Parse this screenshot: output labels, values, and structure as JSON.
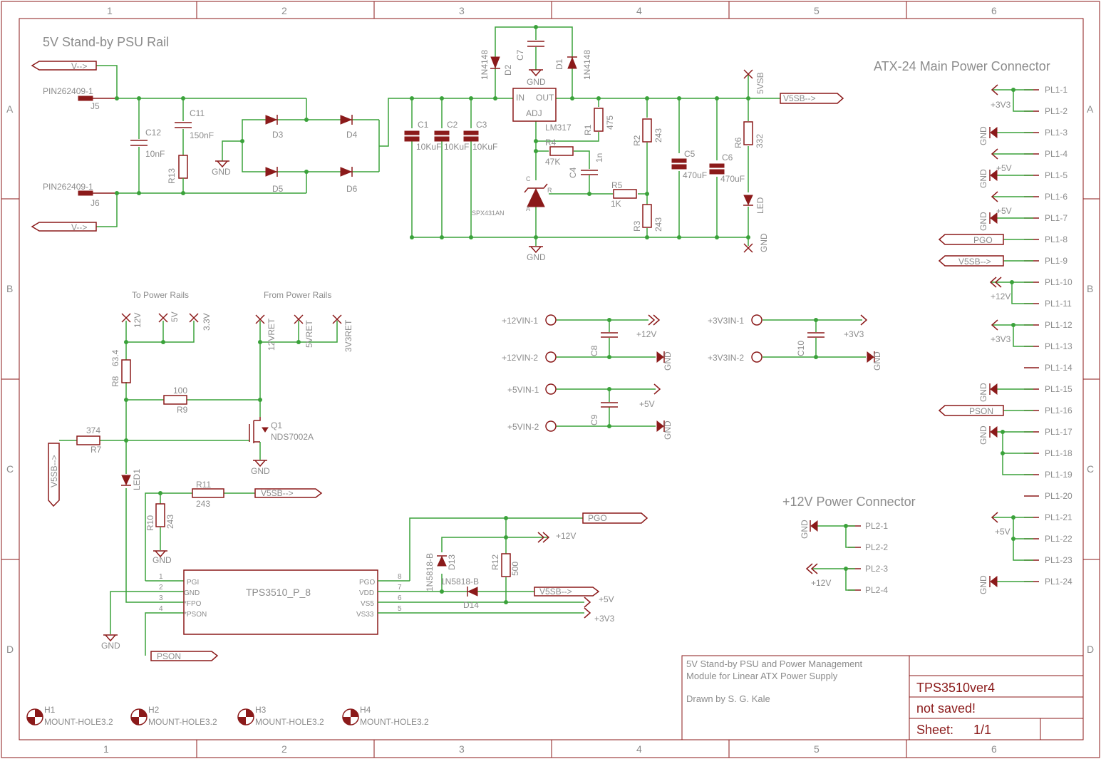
{
  "sheet_title": "5V Stand-by PSU Rail",
  "frame": {
    "columns": [
      "1",
      "2",
      "3",
      "4",
      "5",
      "6"
    ],
    "rows": [
      "A",
      "B",
      "C",
      "D"
    ]
  },
  "connector_titles": {
    "atx": "ATX-24 Main Power Connector",
    "p12": "+12V Power Connector"
  },
  "supply_labels": {
    "to_rails": "To Power Rails",
    "from_rails": "From Power Rails"
  },
  "nets": {
    "vin": "V-->",
    "v5sb": "V5SB-->",
    "pgo": "PGO",
    "pson": "PSON",
    "gnd": "GND",
    "p12v": "+12V",
    "p5v": "+5V",
    "p3v3": "+3V3",
    "v5sb_vert": "V5SB-->"
  },
  "components": {
    "J5": {
      "name": "J5",
      "value": "PIN262409-1"
    },
    "J6": {
      "name": "J6",
      "value": "PIN262409-1"
    },
    "C11": {
      "name": "C11",
      "value": "150nF"
    },
    "C12": {
      "name": "C12",
      "value": "10nF"
    },
    "R13": {
      "name": "R13"
    },
    "D3": "D3",
    "D4": "D4",
    "D5": "D5",
    "D6": "D6",
    "C1": {
      "name": "C1",
      "value": "10KuF"
    },
    "C2": {
      "name": "C2",
      "value": "10KuF"
    },
    "C3": {
      "name": "C3",
      "value": "10KuF"
    },
    "D2": {
      "name": "D2",
      "value": "1N4148"
    },
    "D1": {
      "name": "D1",
      "value": "1N4148"
    },
    "C7": "C7",
    "U_REG": {
      "name": "LM317",
      "in": "IN",
      "out": "OUT",
      "adj": "ADJ"
    },
    "R1": {
      "name": "R1",
      "value": "475"
    },
    "R4": {
      "name": "R4",
      "value": "47K"
    },
    "C4": {
      "name": "C4",
      "value": "1n"
    },
    "R5": {
      "name": "R5",
      "value": "1K"
    },
    "SPX": {
      "name": "SPX431AN",
      "c": "C",
      "a": "A",
      "r": "R"
    },
    "R2": {
      "name": "R2",
      "value": "243"
    },
    "R3": {
      "name": "R3",
      "value": "243"
    },
    "C5": {
      "name": "C5",
      "value": "470uF"
    },
    "C6": {
      "name": "C6",
      "value": "470uF"
    },
    "R6": {
      "name": "R6",
      "value": "332"
    },
    "LED": "LED",
    "X5VSB": "5VSB",
    "R8": {
      "name": "R8",
      "value": "63.4"
    },
    "R9": {
      "name": "R9",
      "value": "100"
    },
    "R7": {
      "name": "R7",
      "value": "374"
    },
    "Q1": {
      "name": "Q1",
      "value": "NDS7002A"
    },
    "LED1": "LED1",
    "R11": {
      "name": "R11",
      "value": "243"
    },
    "R10": {
      "name": "R10",
      "value": "243"
    },
    "X12V": "12V",
    "X5V": "5V",
    "X3V3": "3.3V",
    "X12VRET": "12VRET",
    "X5VRET": "5VRET",
    "X3V3RET": "3V3RET",
    "U1": {
      "name": "TPS3510_P_8",
      "pins_l": [
        "PGI",
        "GND",
        "*FPO",
        "*PSON"
      ],
      "nums_l": [
        "1",
        "2",
        "3",
        "4"
      ],
      "pins_r": [
        "PGO",
        "VDD",
        "VS5",
        "VS33"
      ],
      "nums_r": [
        "8",
        "7",
        "6",
        "5"
      ]
    },
    "D13": {
      "name": "D13",
      "value": "1N5818-B"
    },
    "D14": {
      "name": "D14",
      "value": "1N5818-B"
    },
    "R12": {
      "name": "R12",
      "value": "500"
    },
    "C8": "C8",
    "C9": "C9",
    "C10": "C10",
    "p12vin1": "+12VIN-1",
    "p12vin2": "+12VIN-2",
    "p5vin1": "+5VIN-1",
    "p5vin2": "+5VIN-2",
    "p3v3in1": "+3V3IN-1",
    "p3v3in2": "+3V3IN-2"
  },
  "pl1": [
    "PL1-1",
    "PL1-2",
    "PL1-3",
    "PL1-4",
    "PL1-5",
    "PL1-6",
    "PL1-7",
    "PL1-8",
    "PL1-9",
    "PL1-10",
    "PL1-11",
    "PL1-12",
    "PL1-13",
    "PL1-14",
    "PL1-15",
    "PL1-16",
    "PL1-17",
    "PL1-18",
    "PL1-19",
    "PL1-20",
    "PL1-21",
    "PL1-22",
    "PL1-23",
    "PL1-24"
  ],
  "pl2": [
    "PL2-1",
    "PL2-2",
    "PL2-3",
    "PL2-4"
  ],
  "mount_holes": [
    {
      "name": "H1",
      "value": "MOUNT-HOLE3.2"
    },
    {
      "name": "H2",
      "value": "MOUNT-HOLE3.2"
    },
    {
      "name": "H3",
      "value": "MOUNT-HOLE3.2"
    },
    {
      "name": "H4",
      "value": "MOUNT-HOLE3.2"
    }
  ],
  "title_block": {
    "description_1": "5V Stand-by PSU and Power Management",
    "description_2": "Module for Linear ATX Power Supply",
    "drawn_by": "Drawn by S. G. Kale",
    "project": "TPS3510ver4",
    "status": "not saved!",
    "sheet_label": "Sheet:",
    "sheet_value": "1/1"
  },
  "colors": {
    "wire": "#3aa23a",
    "part": "#8b1a1a",
    "text": "#8c8c8c"
  }
}
